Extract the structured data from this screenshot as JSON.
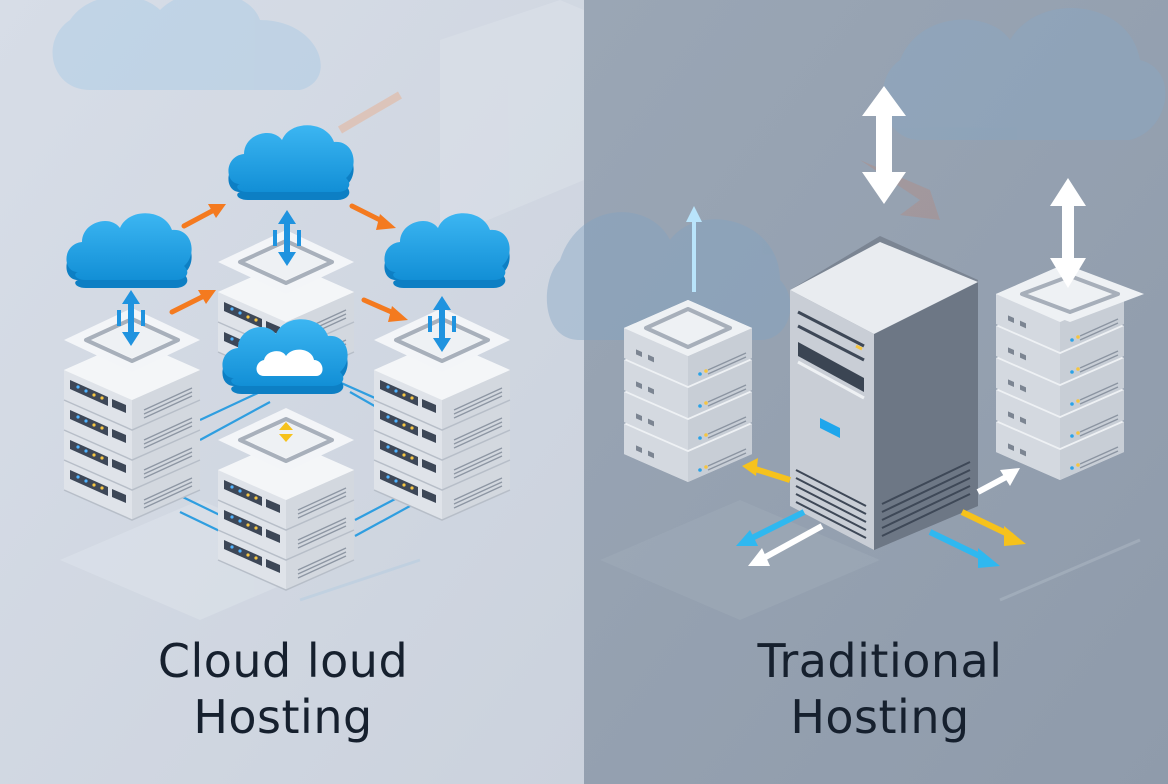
{
  "left_panel": {
    "title_line1": "Cloud loud",
    "title_line2": "Hosting",
    "background": "#d3d9e3",
    "cloud_color": "#1fa3e6",
    "flow_arrow_color": "#f47a1f",
    "link_line_color": "#2f9ee0",
    "sync_icon_color": "#f6c21c"
  },
  "right_panel": {
    "title_line1": "Traditional",
    "title_line2": "Hosting",
    "background": "#98a5b4",
    "tower_front_color": "#c9ced6",
    "tower_side_color": "#6e7886",
    "arrow_colors": [
      "#ffffff",
      "#f6c21c",
      "#2fb8f0"
    ]
  }
}
